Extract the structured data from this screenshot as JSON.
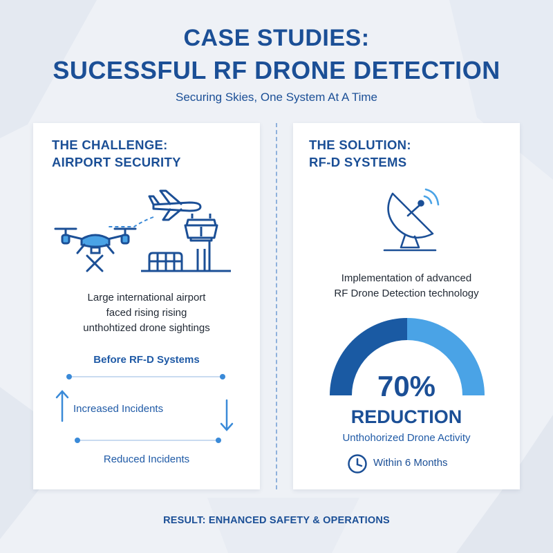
{
  "header": {
    "title_line1": "CASE STUDIES:",
    "title_line2": "SUCESSFUL RF DRONE DETECTION",
    "subtitle": "Securing Skies, One System At A Time"
  },
  "challenge": {
    "heading_line1": "THE CHALLENGE:",
    "heading_line2": "AIRPORT SECURITY",
    "description": [
      "Large international airport",
      "faced rising rising",
      "unthohtized drone sightings"
    ],
    "before_label": "Before RF-D Systems",
    "increased_label": "Increased Incidents",
    "reduced_label": "Reduced Incidents",
    "icons": [
      "drone-icon",
      "airplane-icon",
      "control-tower-icon",
      "terminal-building-icon",
      "arrow-up-icon",
      "arrow-down-icon"
    ]
  },
  "solution": {
    "heading_line1": "THE SOLUTION:",
    "heading_line2": "RF-D SYSTEMS",
    "description": [
      "Implementation of advanced",
      "RF Drone Detection technology"
    ],
    "gauge": {
      "value": 70,
      "unit": "%",
      "display": "70%"
    },
    "reduction_label": "REDUCTION",
    "activity_label": "Unthohorized Drone Activity",
    "timeframe_label": "Within 6 Months",
    "icons": [
      "satellite-dish-icon",
      "clock-icon"
    ]
  },
  "footer": {
    "result": "RESULT: ENHANCED SAFETY & OPERATIONS"
  },
  "colors": {
    "primary": "#1b4f96",
    "gauge_dark": "#1a5aa3",
    "gauge_light": "#4aa3e6",
    "text": "#222a35",
    "background": "#eef1f6"
  }
}
